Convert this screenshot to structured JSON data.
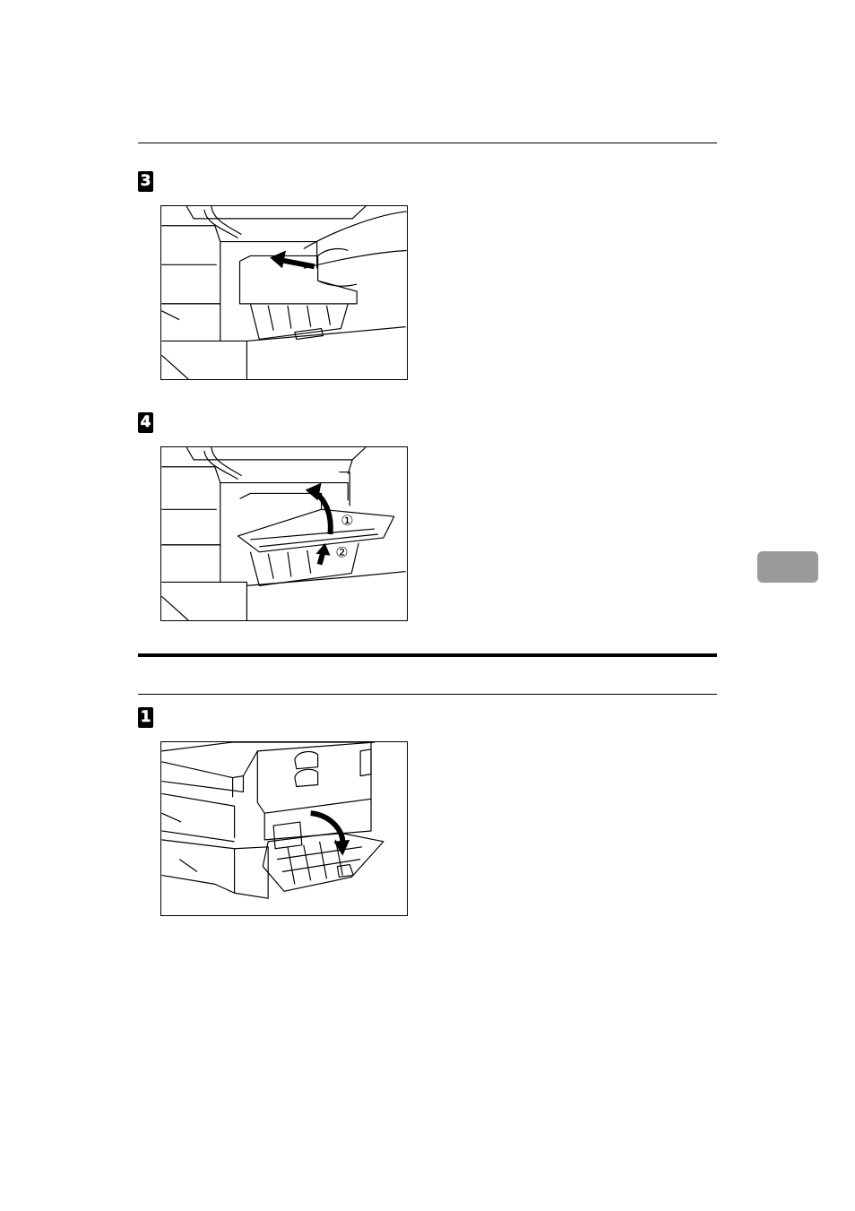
{
  "page": {
    "background": "#ffffff",
    "ink": "#000000"
  },
  "steps": [
    {
      "marker": "3",
      "figure": "illustration-pull-out-paper-tray"
    },
    {
      "marker": "4",
      "figure": "illustration-close-cover-and-tray"
    },
    {
      "marker": "1",
      "figure": "illustration-open-rear-cover"
    }
  ],
  "callouts": {
    "one": "①",
    "two": "②"
  },
  "chapter_tab": {
    "label": "",
    "color": "#9a9a9a"
  }
}
